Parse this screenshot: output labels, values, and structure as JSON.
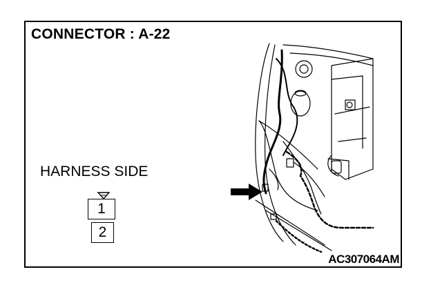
{
  "title": "CONNECTOR : A-22",
  "harness_label": "HARNESS SIDE",
  "pins": [
    "1",
    "2"
  ],
  "figure_code": "AC307064AM",
  "colors": {
    "ink": "#000000",
    "background": "#ffffff"
  },
  "icons": [
    "pointer-arrow-icon",
    "connector-latch-icon"
  ]
}
